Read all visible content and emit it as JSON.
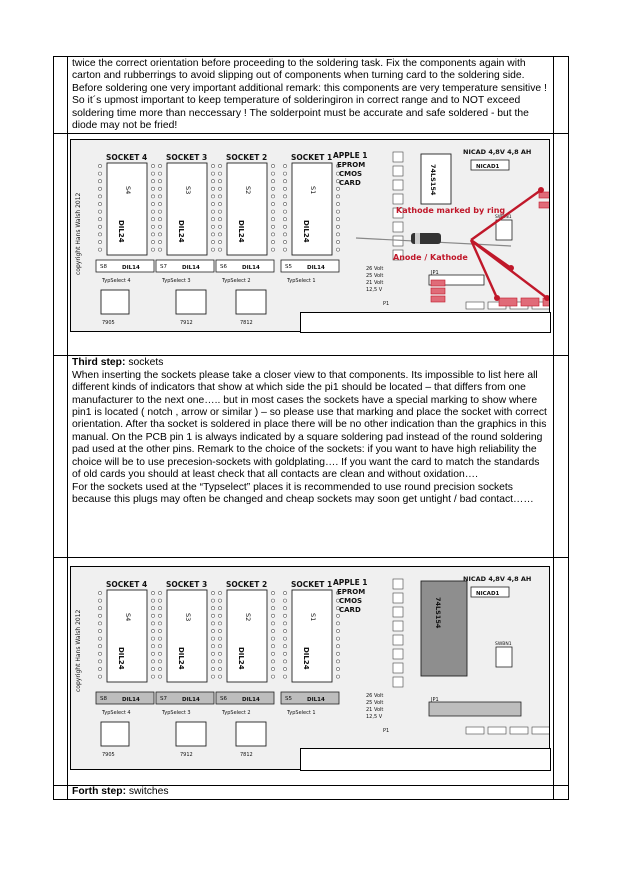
{
  "intro_text": "twice the correct orientation before proceeding to the soldering task. Fix the components again with carton and rubberrings to avoid slipping out of components when turning card to the soldering side. Before soldering one very important additional remark: this components are very temperature sensitive ! So it´s upmost important to keep temperature of solderingiron in correct range and to NOT exceed soldering time more than neccessary ! The solderpoint must be accurate and safe soldered - but the diode may not be fried!",
  "pcb": {
    "sockets": [
      "SOCKET 4",
      "SOCKET 3",
      "SOCKET 2",
      "SOCKET 1"
    ],
    "socket_codes": [
      "S4",
      "S3",
      "S2",
      "S1"
    ],
    "dil": "DIL24",
    "title": [
      "APPLE 1",
      "EPROM",
      "CMOS",
      "CARD"
    ],
    "copyright": "copyright Hans Walsh 2012",
    "typselect": [
      "TypSelect 4",
      "TypSelect 3",
      "TypSelect 2",
      "TypSelect 1"
    ],
    "typselect_codes": [
      "S8",
      "S7",
      "S6",
      "S5"
    ],
    "dil14": "DIL14",
    "regs": [
      "7905",
      "7912",
      "7812"
    ],
    "nicad": "NICAD 4,8V 4,8 AH",
    "nicad1": "NICAD1",
    "ic": "74LS154",
    "volts": [
      "26 Volt",
      "25 Volt",
      "21 Volt",
      "12,5 V"
    ],
    "swbn1": "SWBN1",
    "p1": "P1",
    "bu51": "BU51",
    "jp1": "JP1"
  },
  "annotations": {
    "kathode": "Kathode marked by ring",
    "anode": "Anode / Kathode"
  },
  "third_step": {
    "heading": "Third step:",
    "heading_rest": " sockets",
    "body": "When inserting the sockets please take a closer view to that components. Its impossible to list here all different kinds of indicators that show at which side the pi1 should be located – that differs from one manufacturer to the next one….. but in most cases the sockets have a special marking to show where pin1 is located ( notch , arrow or similar ) – so please use that marking and place the socket with correct orientation. After tha socket is soldered in place there will be no other indication than the graphics in this manual. On the PCB pin 1 is always indicated by a square soldering pad instead of the round soldering pad used at the other pins. Remark to the choice of the sockets: if you want to have high reliability the choice will be to use precesion-sockets with goldplating…. If you want the card to match the standards of old cards you should at least check that all contacts are clean and without oxidation….",
    "body2": "For the sockets used at the “Typselect” places it is recommended to use round precision sockets because this plugs may often be changed and cheap sockets may soon get untight / bad contact……"
  },
  "forth_step": {
    "heading": "Forth step:",
    "heading_rest": " switches"
  },
  "colors": {
    "annotation_red": "#c0182a",
    "pcb_bg": "#f0f0f0"
  }
}
